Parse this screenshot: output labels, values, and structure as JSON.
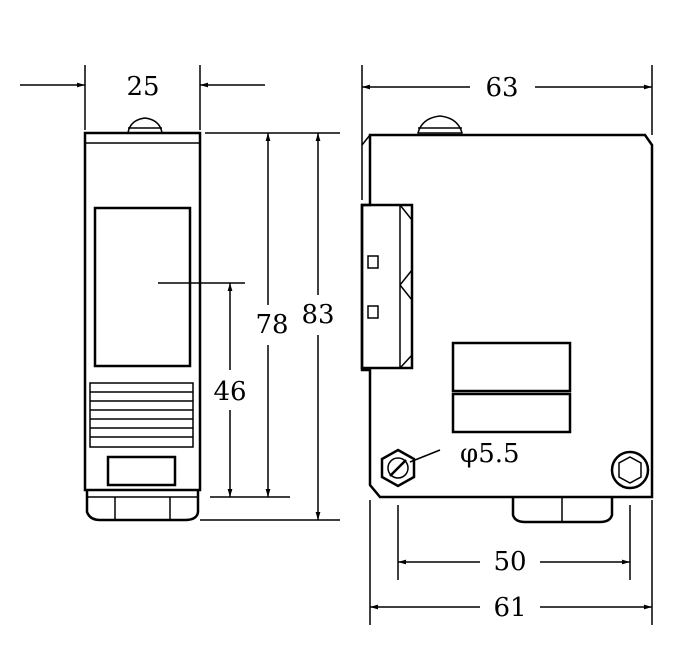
{
  "dimensions": {
    "left_width": "25",
    "right_width_top": "63",
    "height_78": "78",
    "height_83": "83",
    "height_46": "46",
    "hole_diameter": "φ5.5",
    "hole_spacing": "50",
    "base_width": "61"
  },
  "colors": {
    "line": "#000000",
    "background": "#ffffff"
  }
}
